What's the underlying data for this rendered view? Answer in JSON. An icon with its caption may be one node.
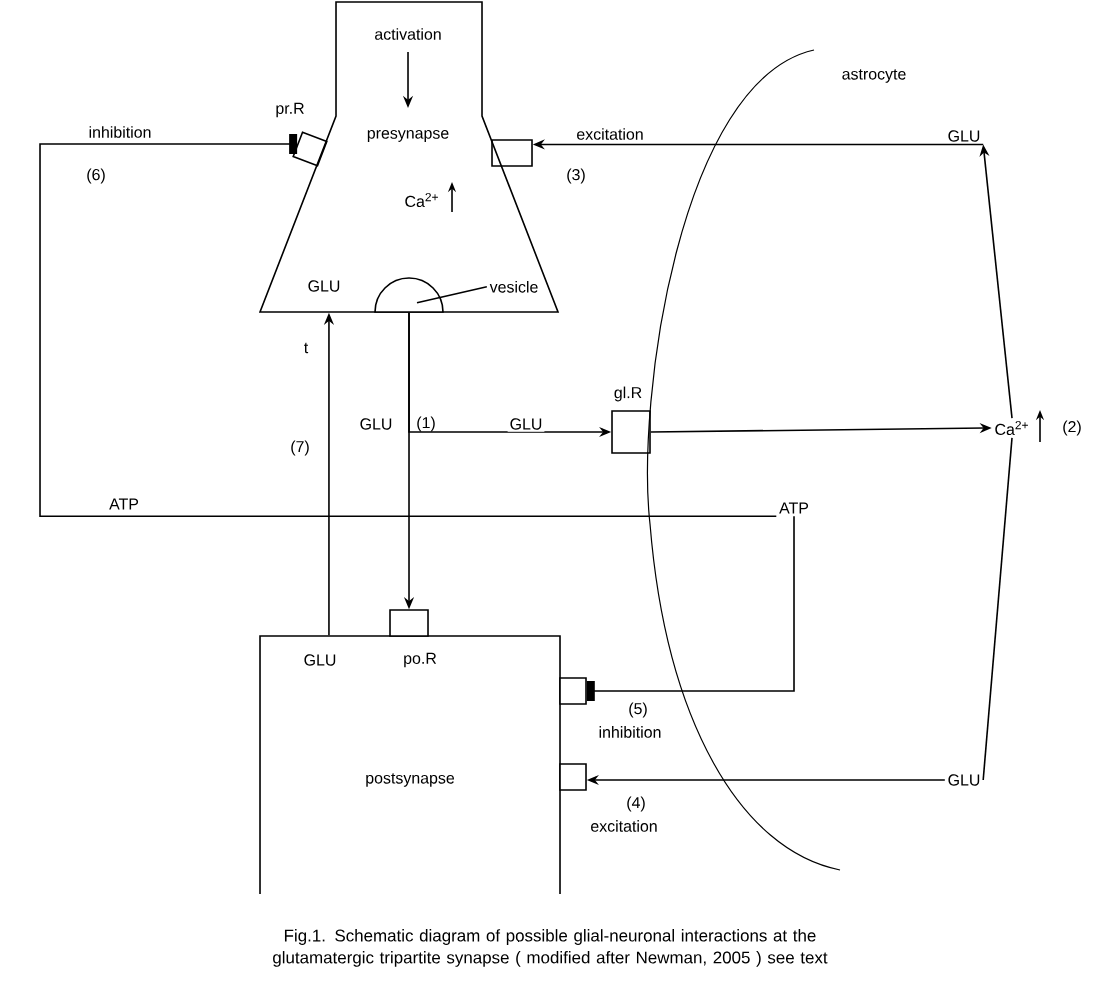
{
  "diagram": {
    "caption": "Fig.1.  Schematic diagram of possible glial-neuronal interactions at the glutamatergic tripartite synapse ( modified after Newman, 2005 ) see text",
    "nodes": [
      {
        "text": [
          "presynapse",
          "GLU"
        ]
      },
      {
        "text": [],
        "shape": "semicircle",
        "in": 0
      },
      {
        "text": [
          "vesicle"
        ],
        "in": 0
      },
      {
        "text": [
          "pr.R"
        ]
      },
      {
        "text": [],
        "shape": "box"
      },
      {
        "text": [
          "GLU"
        ]
      },
      {
        "text": [
          "gl.R"
        ]
      },
      {
        "text": [
          "Ca$^{2+}$"
        ],
        "beside": [
          "(2)"
        ]
      },
      {
        "text": [
          "ATP"
        ]
      },
      {
        "text": [
          "GLU",
          "po.R",
          "postsynapse"
        ]
      },
      {
        "text": [],
        "shape": "box"
      },
      {
        "text": [],
        "shape": "box"
      },
      {
        "text": [],
        "shape": "box"
      },
      {
        "text": [
          "GLU"
        ]
      }
    ],
    "edges": [
      {
        "from": 2,
        "to": 1,
        "arrow": "none"
      },
      {
        "from": 1,
        "to": 10,
        "arrow": "to",
        "label": "GLU"
      },
      {
        "from": 1,
        "to": 6,
        "arrow": "to",
        "label": "GLU"
      },
      {
        "from": 6,
        "to": 7,
        "arrow": "to"
      },
      {
        "from": 7,
        "to": 5,
        "arrow": "to"
      },
      {
        "from": 13,
        "to": 7,
        "arrow": "none"
      },
      {
        "from": 5,
        "to": 4,
        "arrow": "to",
        "label": "excitation"
      },
      {
        "from": 13,
        "to": 12,
        "arrow": "to",
        "label": "excitation"
      },
      {
        "from": 8,
        "to": 11,
        "arrow": "other",
        "label": "inhibition"
      },
      {
        "from": 8,
        "to": 3,
        "arrow": "other",
        "label": "inhibition"
      },
      {
        "from": 9,
        "to": 0,
        "arrow": "to",
        "label": "t"
      }
    ],
    "labels": [
      "activation",
      "astrocyte",
      "(6)",
      "(3)",
      "Ca$^{2+}$",
      "(1)",
      "(7)",
      "ATP",
      "(5)",
      "(4)"
    ]
  }
}
